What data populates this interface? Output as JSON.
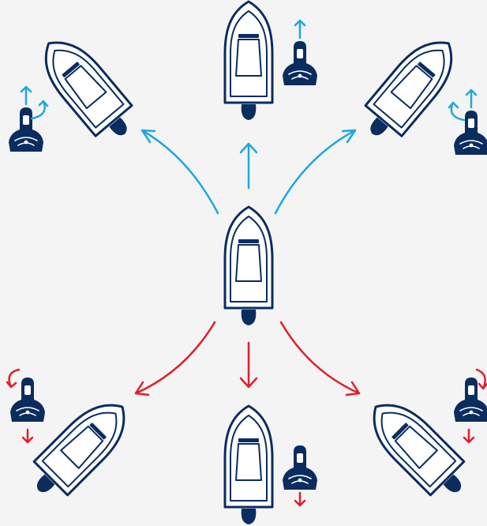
{
  "colors": {
    "forward": "#1ea7e1",
    "reverse": "#e11e2a",
    "navy": "#0b2c5f",
    "background": "#f4f4f4"
  },
  "diagram": {
    "center_boat": "center",
    "movements": [
      {
        "id": "forward-left",
        "direction": "forward",
        "stick_motion": "push-forward-twist-left"
      },
      {
        "id": "forward",
        "direction": "forward",
        "stick_motion": "push-forward"
      },
      {
        "id": "forward-right",
        "direction": "forward",
        "stick_motion": "push-forward-twist-right"
      },
      {
        "id": "reverse-left",
        "direction": "reverse",
        "stick_motion": "pull-back-twist-left"
      },
      {
        "id": "reverse",
        "direction": "reverse",
        "stick_motion": "pull-back"
      },
      {
        "id": "reverse-right",
        "direction": "reverse",
        "stick_motion": "pull-back-twist-right"
      }
    ],
    "icons": [
      "boat-icon",
      "joystick-icon",
      "arrow-icon",
      "rotate-arrow-icon"
    ]
  }
}
